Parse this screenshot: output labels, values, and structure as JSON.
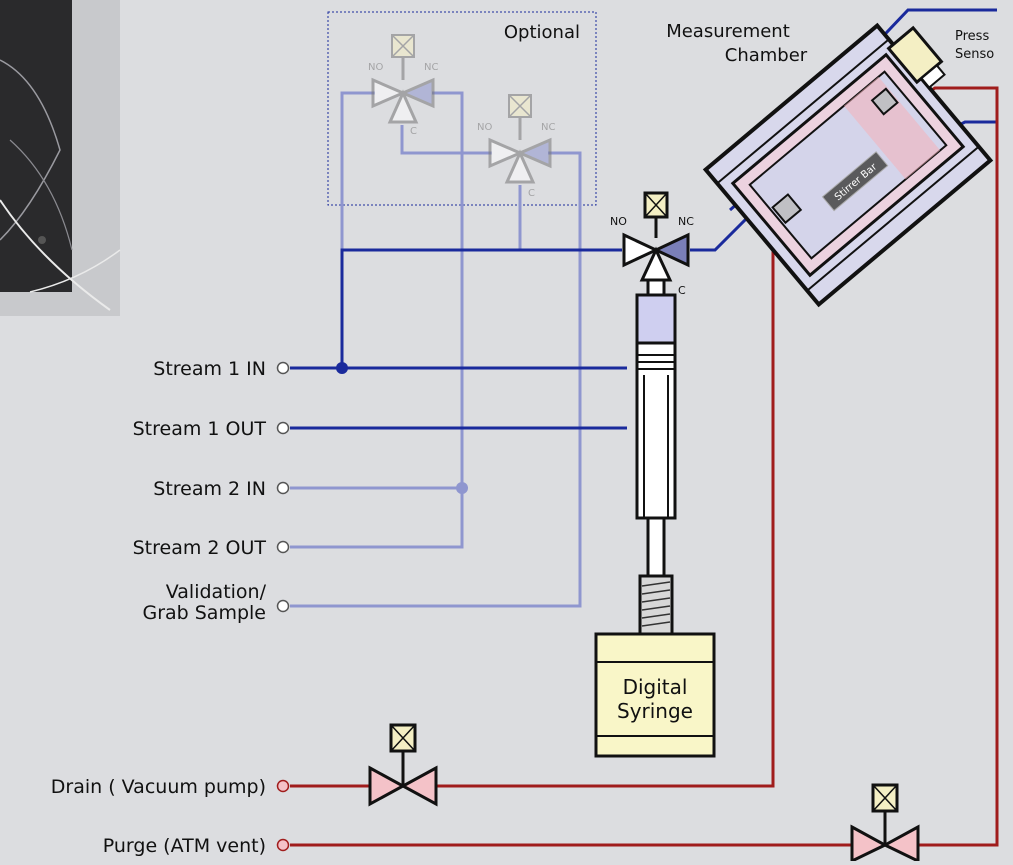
{
  "labels": {
    "optional": "Optional",
    "chamber_line1": "Measurement",
    "chamber_line2": "Chamber",
    "sensor_line1": "Press",
    "sensor_line2": "Senso",
    "stirrer": "Stirrer Bar",
    "syringe_line1": "Digital",
    "syringe_line2": "Syringe",
    "valve_no": "NO",
    "valve_nc": "NC",
    "valve_c": "C"
  },
  "ports": [
    {
      "id": "stream1_in",
      "label": "Stream 1 IN",
      "color": "#1a2a9c"
    },
    {
      "id": "stream1_out",
      "label": "Stream 1 OUT",
      "color": "#1a2a9c"
    },
    {
      "id": "stream2_in",
      "label": "Stream 2 IN",
      "color": "#8f96cf"
    },
    {
      "id": "stream2_out",
      "label": "Stream 2 OUT",
      "color": "#8f96cf"
    },
    {
      "id": "validation",
      "label_line1": "Validation/",
      "label_line2": "Grab Sample",
      "color": "#8f96cf"
    },
    {
      "id": "drain",
      "label": "Drain ( Vacuum pump)",
      "color": "#a01c1c"
    },
    {
      "id": "purge",
      "label": "Purge (ATM vent)",
      "color": "#a01c1c"
    }
  ],
  "colors": {
    "background": "#dcdde0",
    "primary_line": "#1a2a9c",
    "optional_line": "#8f96cf",
    "vacuum_line": "#a01c1c",
    "valve_body": "#f4c2c8",
    "solenoid": "#f4efc4",
    "syringe_body": "#f9f6c8"
  }
}
